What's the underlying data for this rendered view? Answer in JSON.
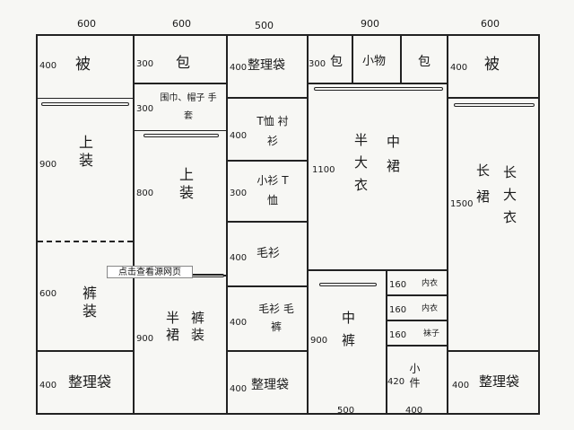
{
  "top_dims": [
    "600",
    "600",
    "500",
    "900",
    "600"
  ],
  "bottom_dims": [
    "500",
    "400"
  ],
  "col1": {
    "top_dim": "400",
    "top_label": "被",
    "mid_dim": "900",
    "mid_label": "上装",
    "low_dim": "600",
    "low_label": "裤装",
    "bot_dim": "400",
    "bot_label": "整理袋"
  },
  "col2": {
    "top_dim": "300",
    "top_label": "包",
    "acc_dim": "300",
    "acc_label": "围巾、帽子 手套",
    "mid_dim": "800",
    "mid_label": "上装",
    "low_dim": "900",
    "low_label_a": "半裙",
    "low_label_b": "裤装"
  },
  "col3": {
    "top_dim": "400",
    "top_label": "整理袋",
    "r2_dim": "400",
    "r2_label": "T恤 衬衫",
    "r3_dim": "300",
    "r3_label": "小衫 T恤",
    "r4_dim": "400",
    "r4_label": "毛衫",
    "r5_dim": "400",
    "r5_label": "毛衫 毛裤",
    "r6_dim": "400",
    "r6_label": "整理袋"
  },
  "col4": {
    "top_dim": "300",
    "top_a": "包",
    "top_b": "小物",
    "top_c": "包",
    "mid_dim": "1100",
    "mid_label_a": "半大衣",
    "mid_label_b": "中裙",
    "low_dim": "900",
    "low_label": "中裤",
    "d1_dim": "160",
    "d1_label": "内衣",
    "d2_dim": "160",
    "d2_label": "内衣",
    "d3_dim": "160",
    "d3_label": "袜子",
    "d4_dim": "420",
    "d4_label": "小件"
  },
  "col5": {
    "top_dim": "400",
    "top_label": "被",
    "mid_dim": "1500",
    "mid_label_a": "长裙",
    "mid_label_b": "长大衣",
    "bot_dim": "400",
    "bot_label": "整理袋"
  },
  "overlay": {
    "label": "点击查看源网页"
  }
}
